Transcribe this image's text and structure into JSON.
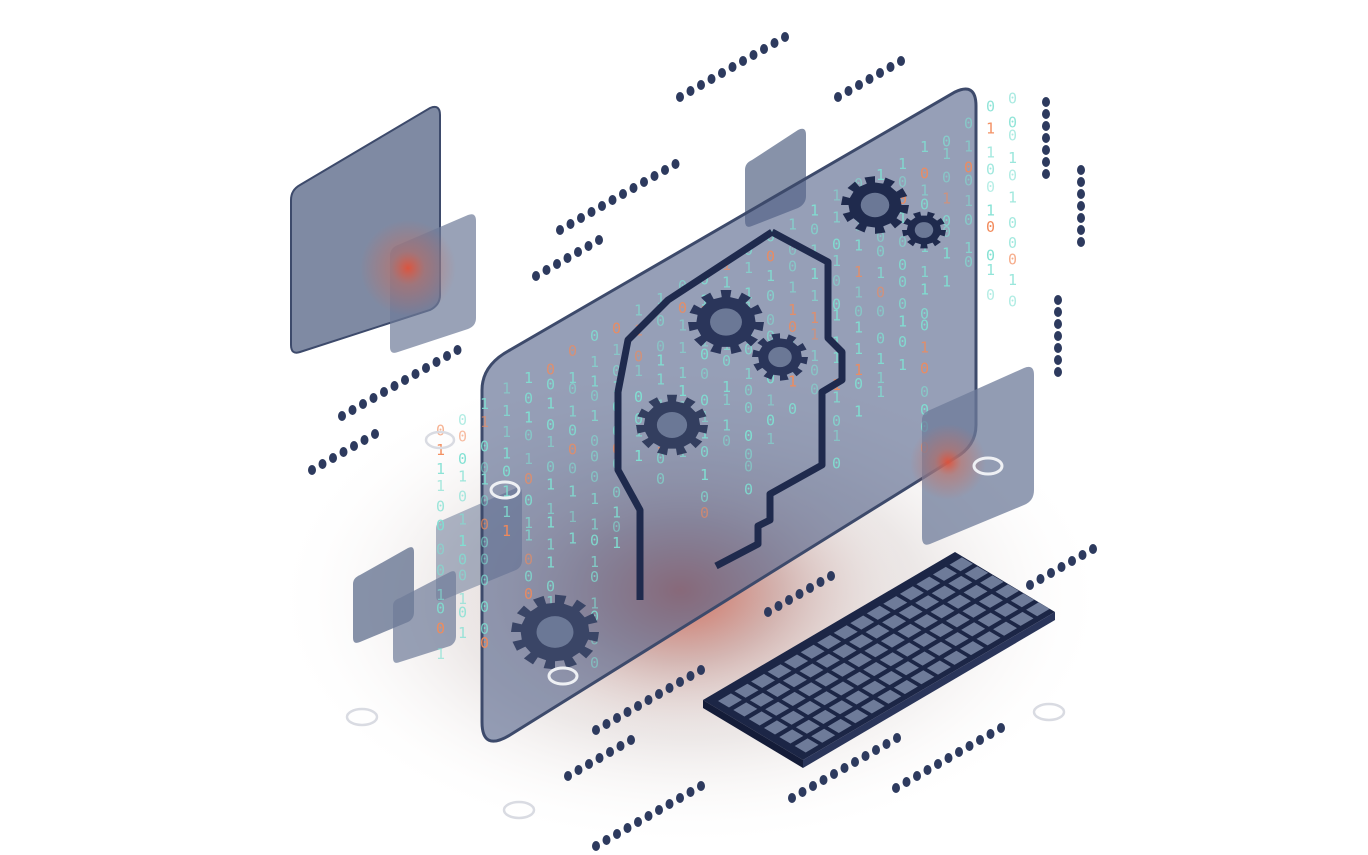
{
  "illustration": {
    "subject": "isometric-ai-computer",
    "colors": {
      "background": "#ffffff",
      "panel": "#5f6d8c",
      "panel_outline": "#3d4a6b",
      "navy": "#1f2a4d",
      "dot": "#2d3a5e",
      "glow": "#e0523a",
      "binary_teal": "#7fe0d2",
      "binary_orange": "#f28a5a",
      "ring": "#d9dbe2",
      "keyboard_key": "#6e7b99",
      "keyboard_base": "#1c2646"
    },
    "icons": [
      "gear-icon",
      "head-outline-icon",
      "keyboard-icon",
      "binary-code",
      "glow-light",
      "ring-marker"
    ],
    "binary_digits": [
      "0",
      "1"
    ]
  }
}
